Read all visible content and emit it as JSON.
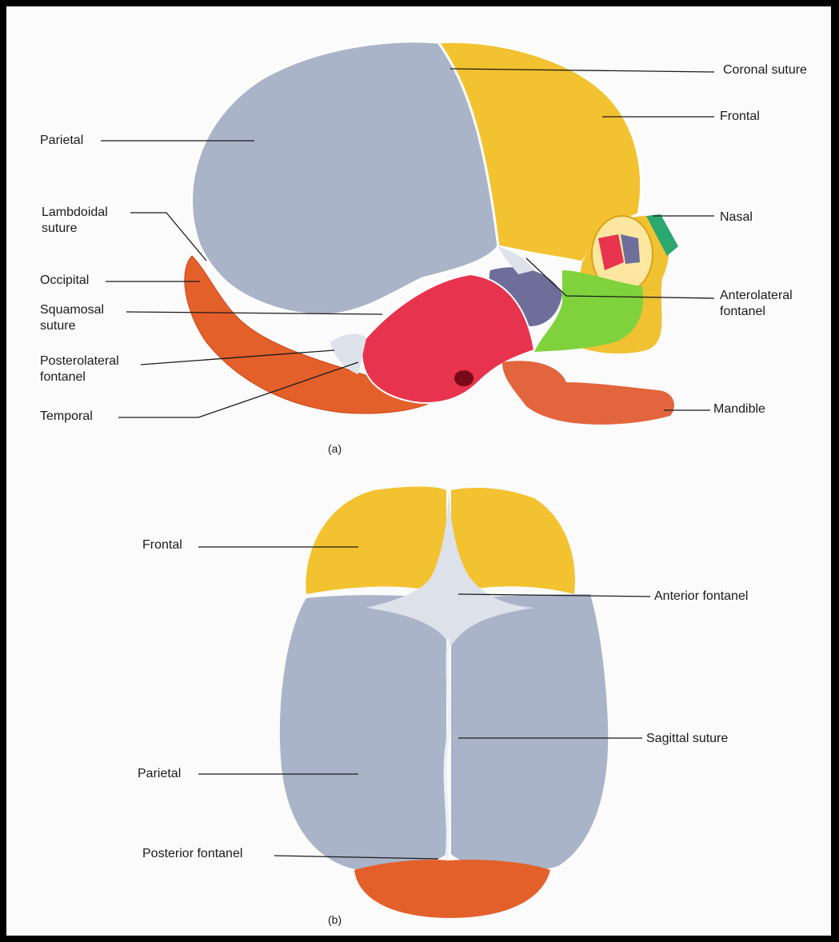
{
  "figure_a": {
    "caption": "(a)",
    "labels": {
      "coronal_suture": "Coronal suture",
      "frontal": "Frontal",
      "parietal": "Parietal",
      "lambdoidal_suture": "Lambdoidal\nsuture",
      "nasal": "Nasal",
      "occipital": "Occipital",
      "squamosal_suture": "Squamosal\nsuture",
      "anterolateral_fontanel": "Anterolateral\nfontanel",
      "posterolateral_fontanel": "Posterolateral\nfontanel",
      "temporal": "Temporal",
      "mandible": "Mandible"
    }
  },
  "figure_b": {
    "caption": "(b)",
    "labels": {
      "frontal": "Frontal",
      "anterior_fontanel": "Anterior fontanel",
      "sagittal_suture": "Sagittal suture",
      "parietal": "Parietal",
      "posterior_fontanel": "Posterior fontanel"
    }
  },
  "colors": {
    "parietal": "#a9b4c8",
    "frontal": "#f2c230",
    "occipital": "#e4602a",
    "temporal": "#e8334f",
    "sphenoid": "#6d6f9a",
    "zygomatic": "#7fd23c",
    "nasal": "#2aa870",
    "mandible": "#e2653d",
    "fontanel": "#dde1ea"
  }
}
